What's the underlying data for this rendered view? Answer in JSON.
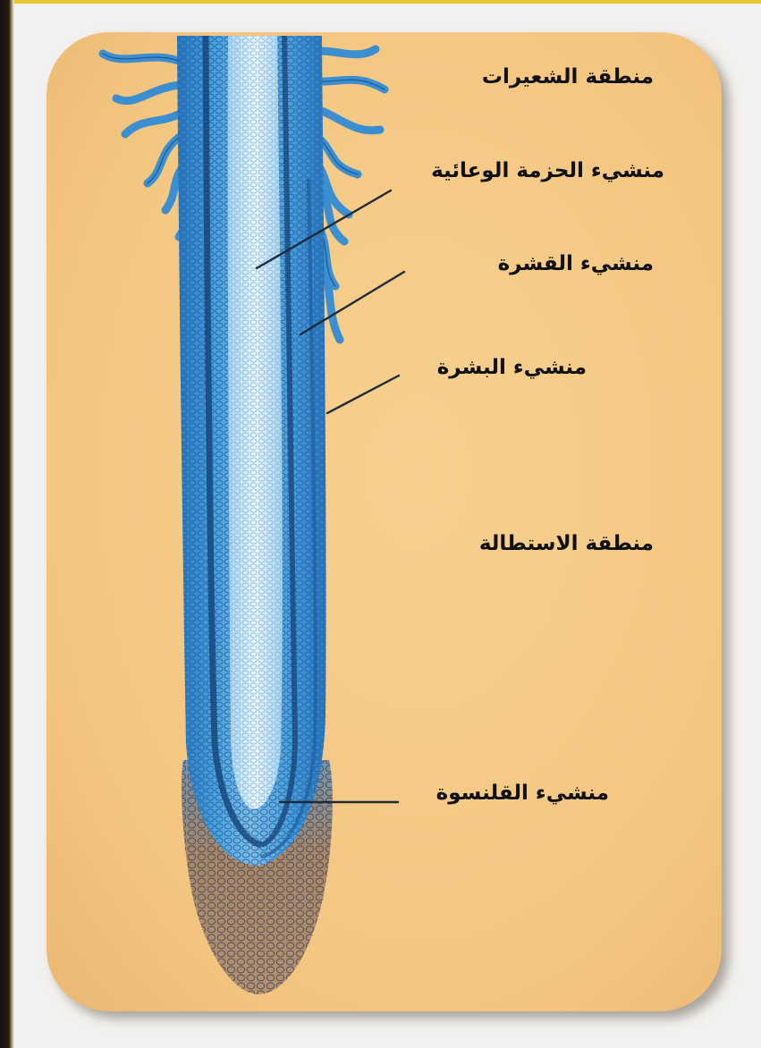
{
  "labels": {
    "root_hair_zone": "منطقة الشعيرات",
    "vascular_bundle_origin": "منشيء الحزمة الوعائية",
    "cortex_origin": "منشيء القشرة",
    "epidermis_origin": "منشيء البشرة",
    "elongation_zone": "منطقة الاستطالة",
    "root_cap_origin": "منشيء القلنسوة"
  },
  "colors": {
    "panel": "#f3c680",
    "root_blue": "#3a8fd0",
    "root_light": "#d8ecf7",
    "root_cap": "#9a8060",
    "leader_line": "#1c2a3a"
  }
}
